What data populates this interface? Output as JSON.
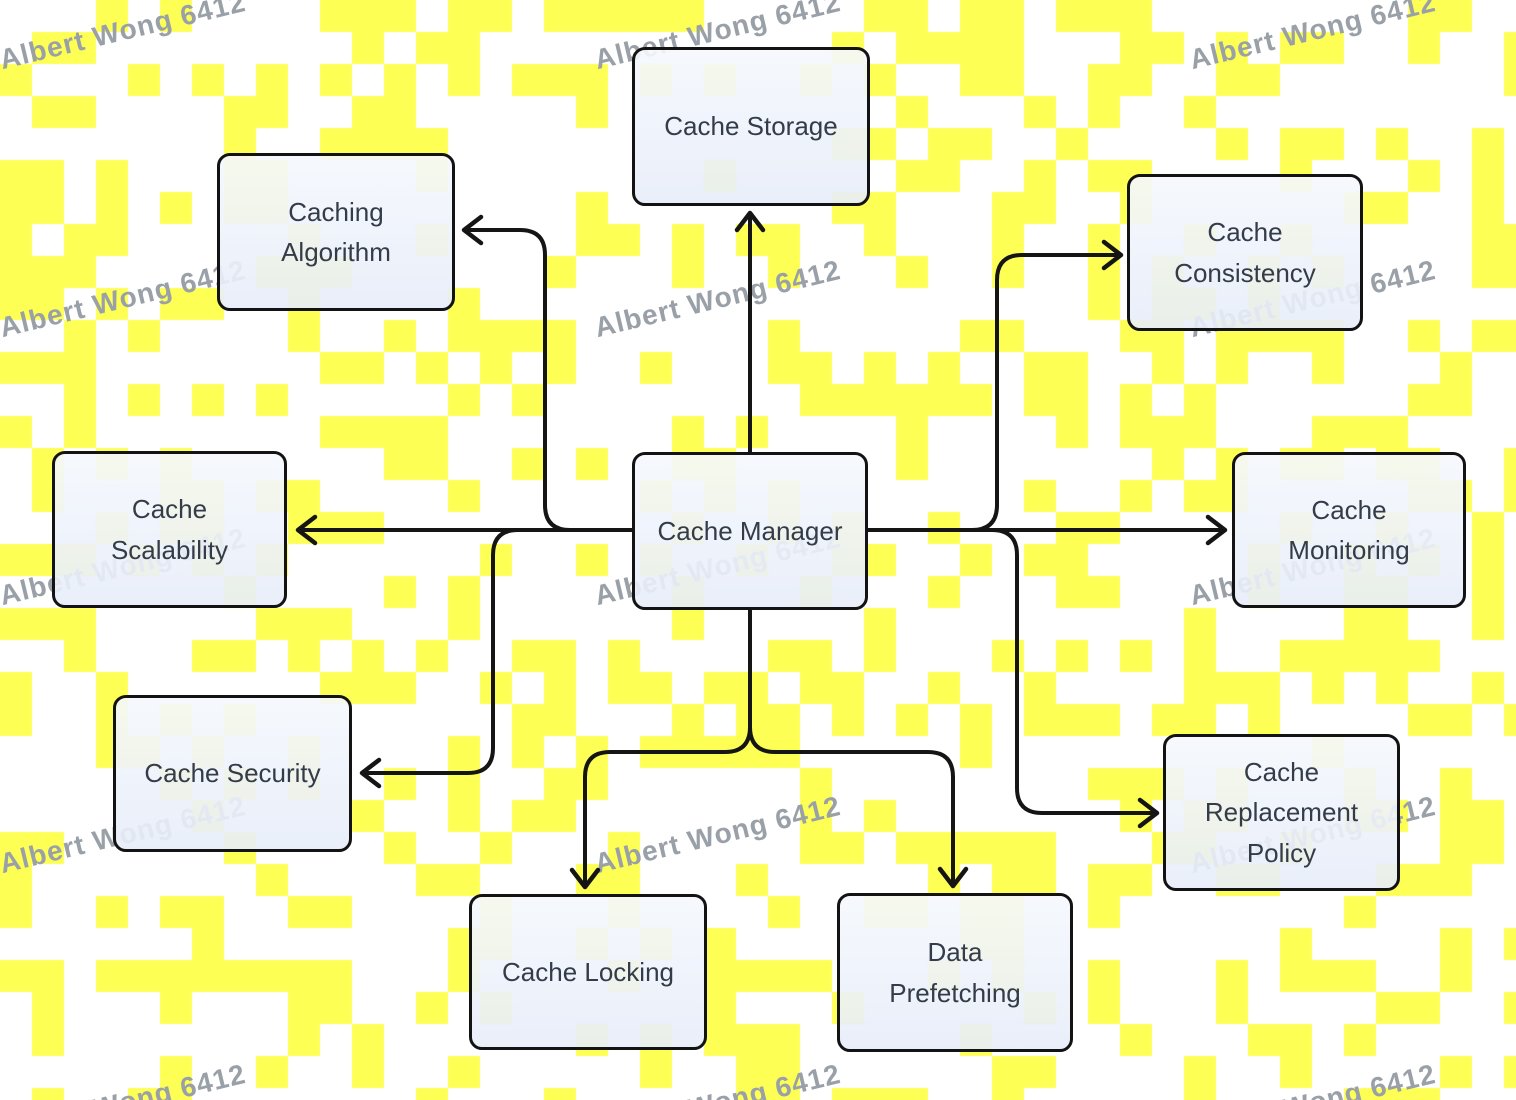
{
  "diagram": {
    "type": "flowchart",
    "nodes": {
      "cache_manager": {
        "label": [
          "Cache Manager"
        ]
      },
      "cache_storage": {
        "label": [
          "Cache Storage"
        ]
      },
      "caching_algorithm": {
        "label": [
          "Caching",
          "Algorithm"
        ]
      },
      "cache_consistency": {
        "label": [
          "Cache",
          "Consistency"
        ]
      },
      "cache_scalability": {
        "label": [
          "Cache",
          "Scalability"
        ]
      },
      "cache_monitoring": {
        "label": [
          "Cache",
          "Monitoring"
        ]
      },
      "cache_security": {
        "label": [
          "Cache Security"
        ]
      },
      "cache_replacement_policy": {
        "label": [
          "Cache",
          "Replacement",
          "Policy"
        ]
      },
      "cache_locking": {
        "label": [
          "Cache Locking"
        ]
      },
      "data_prefetching": {
        "label": [
          "Data",
          "Prefetching"
        ]
      }
    },
    "edges": [
      {
        "from": "cache_manager",
        "to": "cache_storage"
      },
      {
        "from": "cache_manager",
        "to": "caching_algorithm"
      },
      {
        "from": "cache_manager",
        "to": "cache_scalability"
      },
      {
        "from": "cache_manager",
        "to": "cache_security"
      },
      {
        "from": "cache_manager",
        "to": "cache_locking"
      },
      {
        "from": "cache_manager",
        "to": "data_prefetching"
      },
      {
        "from": "cache_manager",
        "to": "cache_consistency"
      },
      {
        "from": "cache_manager",
        "to": "cache_monitoring"
      },
      {
        "from": "cache_manager",
        "to": "cache_replacement_policy"
      }
    ]
  },
  "watermark": {
    "text": "Albert Wong 6412",
    "color": "#99A0A8"
  },
  "colors": {
    "background": "#FFFFFF",
    "pattern_yellow": "#FDFF54",
    "node_fill": "#EDF1FA",
    "node_border": "#131313",
    "node_text": "#343C49",
    "edge": "#151515"
  }
}
